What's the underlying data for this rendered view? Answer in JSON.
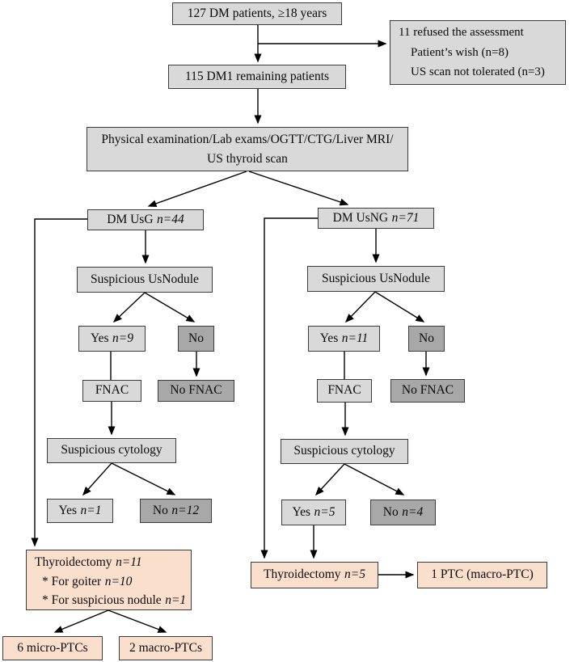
{
  "colors": {
    "box_light": "#d9d9d9",
    "box_dark": "#a8a8a8",
    "box_pink": "#fae0cc",
    "border": "#3c3c3c",
    "line": "#000000"
  },
  "nodes": {
    "patients": {
      "label": "127 DM patients, ≥18 years"
    },
    "refused": {
      "lines": [
        "11 refused the assessment",
        "Patient’s wish (n=8)",
        "US scan not tolerated (n=3)"
      ]
    },
    "remaining": {
      "label": "115 DM1 remaining patients"
    },
    "exam": {
      "lines": [
        "Physical examination/Lab exams/OGTT/CTG/Liver MRI/",
        "US thyroid scan"
      ]
    },
    "dm_usg": {
      "label": "DM UsG",
      "n": "n=44"
    },
    "dm_usng": {
      "label": "DM UsNG",
      "n": "n=71"
    },
    "susp_nodule_left": {
      "label": "Suspicious UsNodule"
    },
    "susp_nodule_right": {
      "label": "Suspicious UsNodule"
    },
    "yes9": {
      "label": "Yes",
      "n": "n=9"
    },
    "no_left": {
      "label": "No"
    },
    "yes11": {
      "label": "Yes",
      "n": "n=11"
    },
    "no_right": {
      "label": "No"
    },
    "fnac_left": {
      "label": "FNAC"
    },
    "no_fnac_left": {
      "label": "No FNAC"
    },
    "fnac_right": {
      "label": "FNAC"
    },
    "no_fnac_right": {
      "label": "No FNAC"
    },
    "cytology_left": {
      "label": "Suspicious cytology"
    },
    "cytology_right": {
      "label": "Suspicious cytology"
    },
    "yes1": {
      "label": "Yes",
      "n": "n=1"
    },
    "no12": {
      "label": "No",
      "n": "n=12"
    },
    "yes5": {
      "label": "Yes",
      "n": "n=5"
    },
    "no4": {
      "label": "No",
      "n": "n=4"
    },
    "thyroidectomy11": {
      "title": "Thyroidectomy",
      "title_n": "n=11",
      "bullets": [
        {
          "label": "* For goiter",
          "n": "n=10"
        },
        {
          "label": "* For suspicious nodule",
          "n": "n=1"
        }
      ]
    },
    "micro_ptc": {
      "label": "6 micro-PTCs"
    },
    "macro_ptc": {
      "label": "2 macro-PTCs"
    },
    "thyroidectomy5": {
      "label": "Thyroidectomy",
      "n": "n=5"
    },
    "ptc1": {
      "label": "1 PTC (macro-PTC)"
    }
  }
}
